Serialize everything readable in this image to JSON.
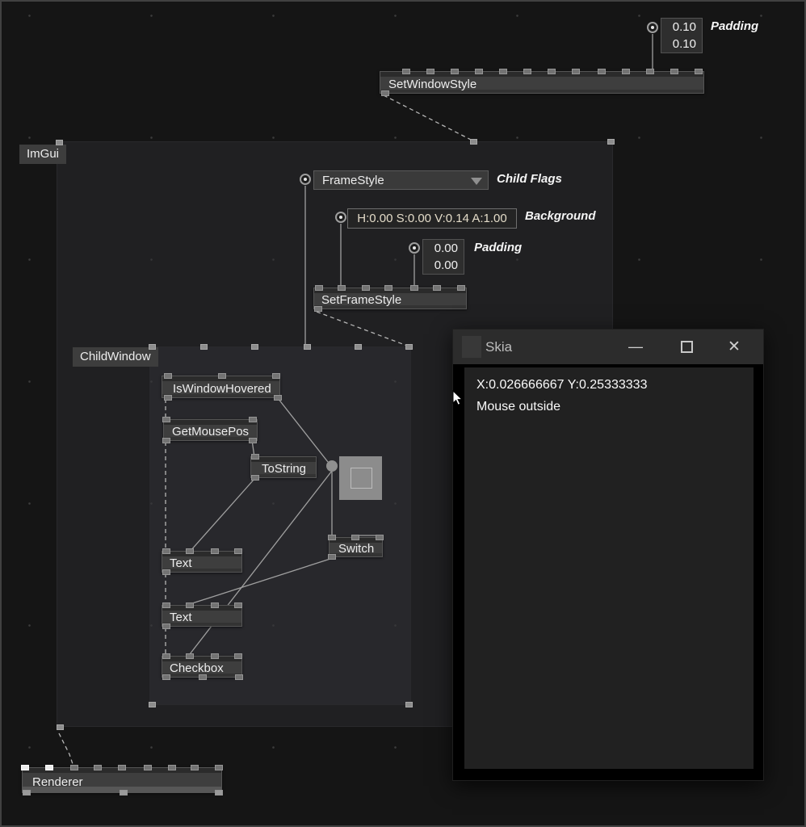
{
  "groups": {
    "imgui": {
      "label": "ImGui"
    },
    "childwindow": {
      "label": "ChildWindow"
    }
  },
  "nodes": {
    "set_window_style": {
      "label": "SetWindowStyle"
    },
    "set_frame_style": {
      "label": "SetFrameStyle"
    },
    "is_window_hovered": {
      "label": "IsWindowHovered"
    },
    "get_mouse_pos": {
      "label": "GetMousePos"
    },
    "to_string": {
      "label": "ToString"
    },
    "switch": {
      "label": "Switch"
    },
    "text1": {
      "label": "Text"
    },
    "text2": {
      "label": "Text"
    },
    "checkbox": {
      "label": "Checkbox"
    },
    "renderer": {
      "label": "Renderer"
    }
  },
  "params": {
    "window_padding": {
      "values": [
        "0.10",
        "0.10"
      ],
      "label": "Padding"
    },
    "frame_style": {
      "value": "FrameStyle",
      "label": "Child Flags"
    },
    "background": {
      "value": "H:0.00 S:0.00 V:0.14 A:1.00",
      "label": "Background"
    },
    "frame_padding": {
      "values": [
        "0.00",
        "0.00"
      ],
      "label": "Padding"
    }
  },
  "skia_window": {
    "title": "Skia",
    "controls": {
      "minimize": "—",
      "close": "✕"
    },
    "content": {
      "line1": "X:0.026666667 Y:0.25333333",
      "line2": "Mouse outside"
    }
  },
  "colors": {
    "canvas_bg": "#151515",
    "node_bg": "#3e3e3e",
    "titlebar_bg": "#2c2c2c",
    "panel_bg": "#212121",
    "wire": "#a0a0a0",
    "color_value_text": "#e3dbc8"
  }
}
